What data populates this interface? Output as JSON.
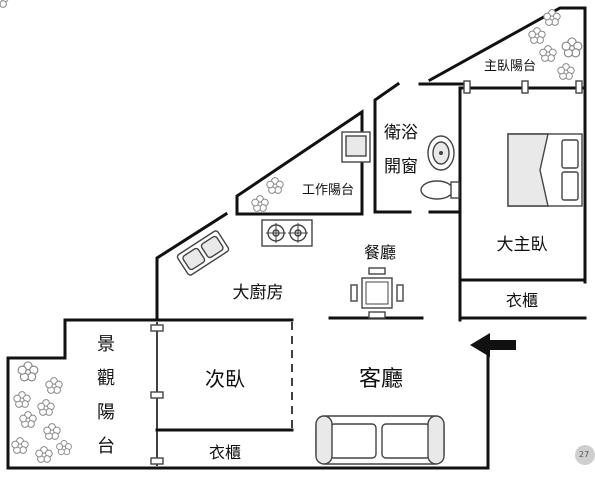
{
  "rooms": {
    "master_balcony": "主臥陽台",
    "bathroom_line1": "衛浴",
    "bathroom_line2": "開窗",
    "utility_balcony": "工作陽台",
    "dining": "餐廳",
    "master_bedroom": "大主臥",
    "master_wardrobe": "衣櫃",
    "kitchen": "大廚房",
    "scenic_balcony_chars": [
      "景",
      "觀",
      "陽",
      "台"
    ],
    "second_bedroom": "次臥",
    "living_room": "客廳",
    "second_wardrobe": "衣櫃"
  },
  "icons": {
    "entrance": "arrow-left-icon",
    "bed": "double-bed-icon",
    "sofa": "sofa-icon",
    "dining_set": "dining-table-icon",
    "sink": "kitchen-sink-icon",
    "stove": "gas-stove-icon",
    "toilet": "toilet-icon",
    "washbasin": "washbasin-icon",
    "washer": "washing-machine-icon",
    "plants": "flower-icon"
  },
  "colors": {
    "wall": "#111111",
    "fixture_fill": "#e9e9e9",
    "plant_outline": "#8a8a8a"
  },
  "corner_badge": "27"
}
